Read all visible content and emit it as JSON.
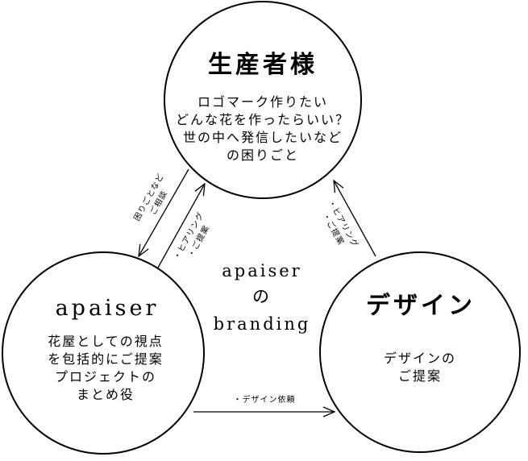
{
  "nodes": {
    "producer": {
      "title": "生産者様",
      "lines": [
        "ロゴマーク作りたい",
        "どんな花を作ったらいい？",
        "世の中へ発信したいなど",
        "の困りごと"
      ]
    },
    "apaiser": {
      "title": "apaiser",
      "lines": [
        "花屋としての視点",
        "を包括的にご提案",
        "プロジェクトの",
        "まとめ役"
      ]
    },
    "design": {
      "title": "デザイン",
      "lines": [
        "デザインの",
        "ご提案"
      ]
    }
  },
  "center": {
    "line1": "apaiser",
    "line2": "の",
    "line3": "branding"
  },
  "edges": {
    "producer_to_apaiser": [
      "困りごとなど",
      "ご相談"
    ],
    "apaiser_to_producer": [
      "・ヒアリング",
      "・ご提案"
    ],
    "design_to_producer": [
      "・ヒアリング",
      "・ご提案"
    ],
    "apaiser_to_design": "・デザイン依頼"
  },
  "colors": {
    "stroke": "#000000",
    "background": "#ffffff"
  }
}
